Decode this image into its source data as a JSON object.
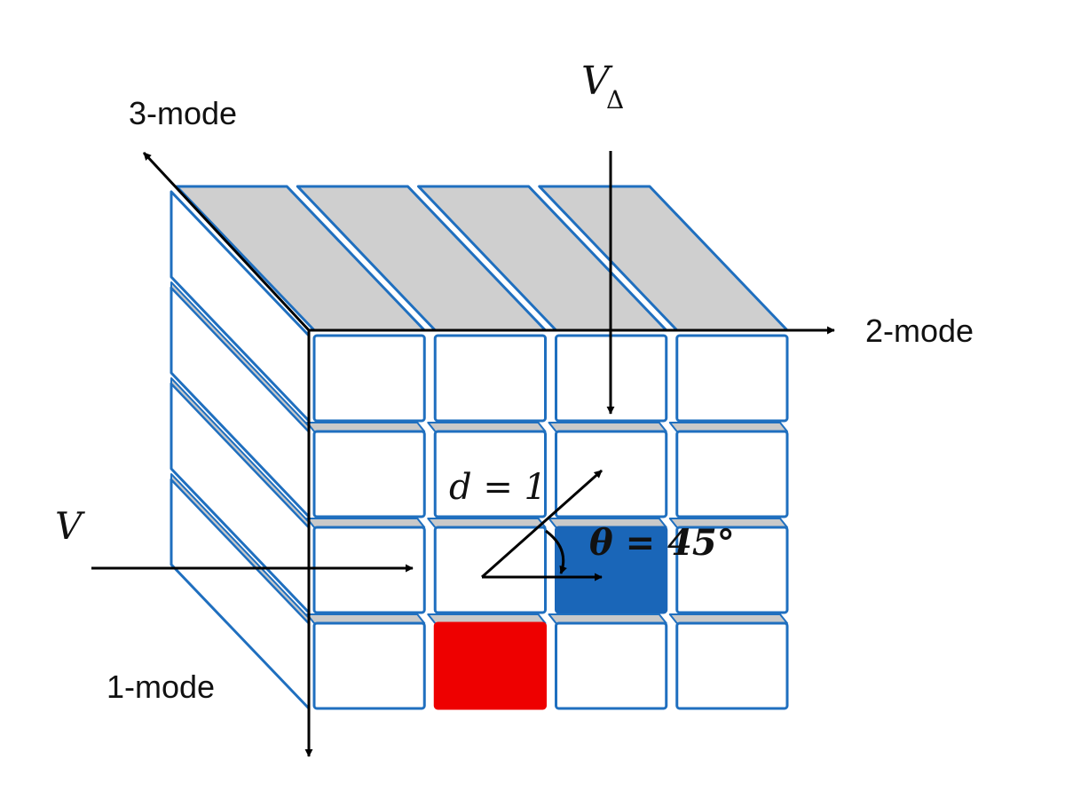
{
  "labels": {
    "mode1": "1-mode",
    "mode2": "2-mode",
    "mode3": "3-mode",
    "v": "V",
    "v_delta_main": "V",
    "v_delta_sub": "Δ",
    "distance": "d = 1",
    "angle": "θ = 45°"
  },
  "tensor": {
    "mode1_size": 4,
    "mode2_size": 4,
    "mode3_size": 4
  },
  "highlighted_cells": [
    {
      "name": "V",
      "row": 3,
      "col": 1,
      "color": "#ee0000"
    },
    {
      "name": "V_delta",
      "row": 2,
      "col": 2,
      "color": "#1a66b8"
    }
  ],
  "colors": {
    "cell_outline": "#1f6fbf",
    "cell_fill": "#ffffff",
    "top_face": "#cfcfcf",
    "gap_face": "#c9c9c9",
    "axis": "#000000"
  }
}
